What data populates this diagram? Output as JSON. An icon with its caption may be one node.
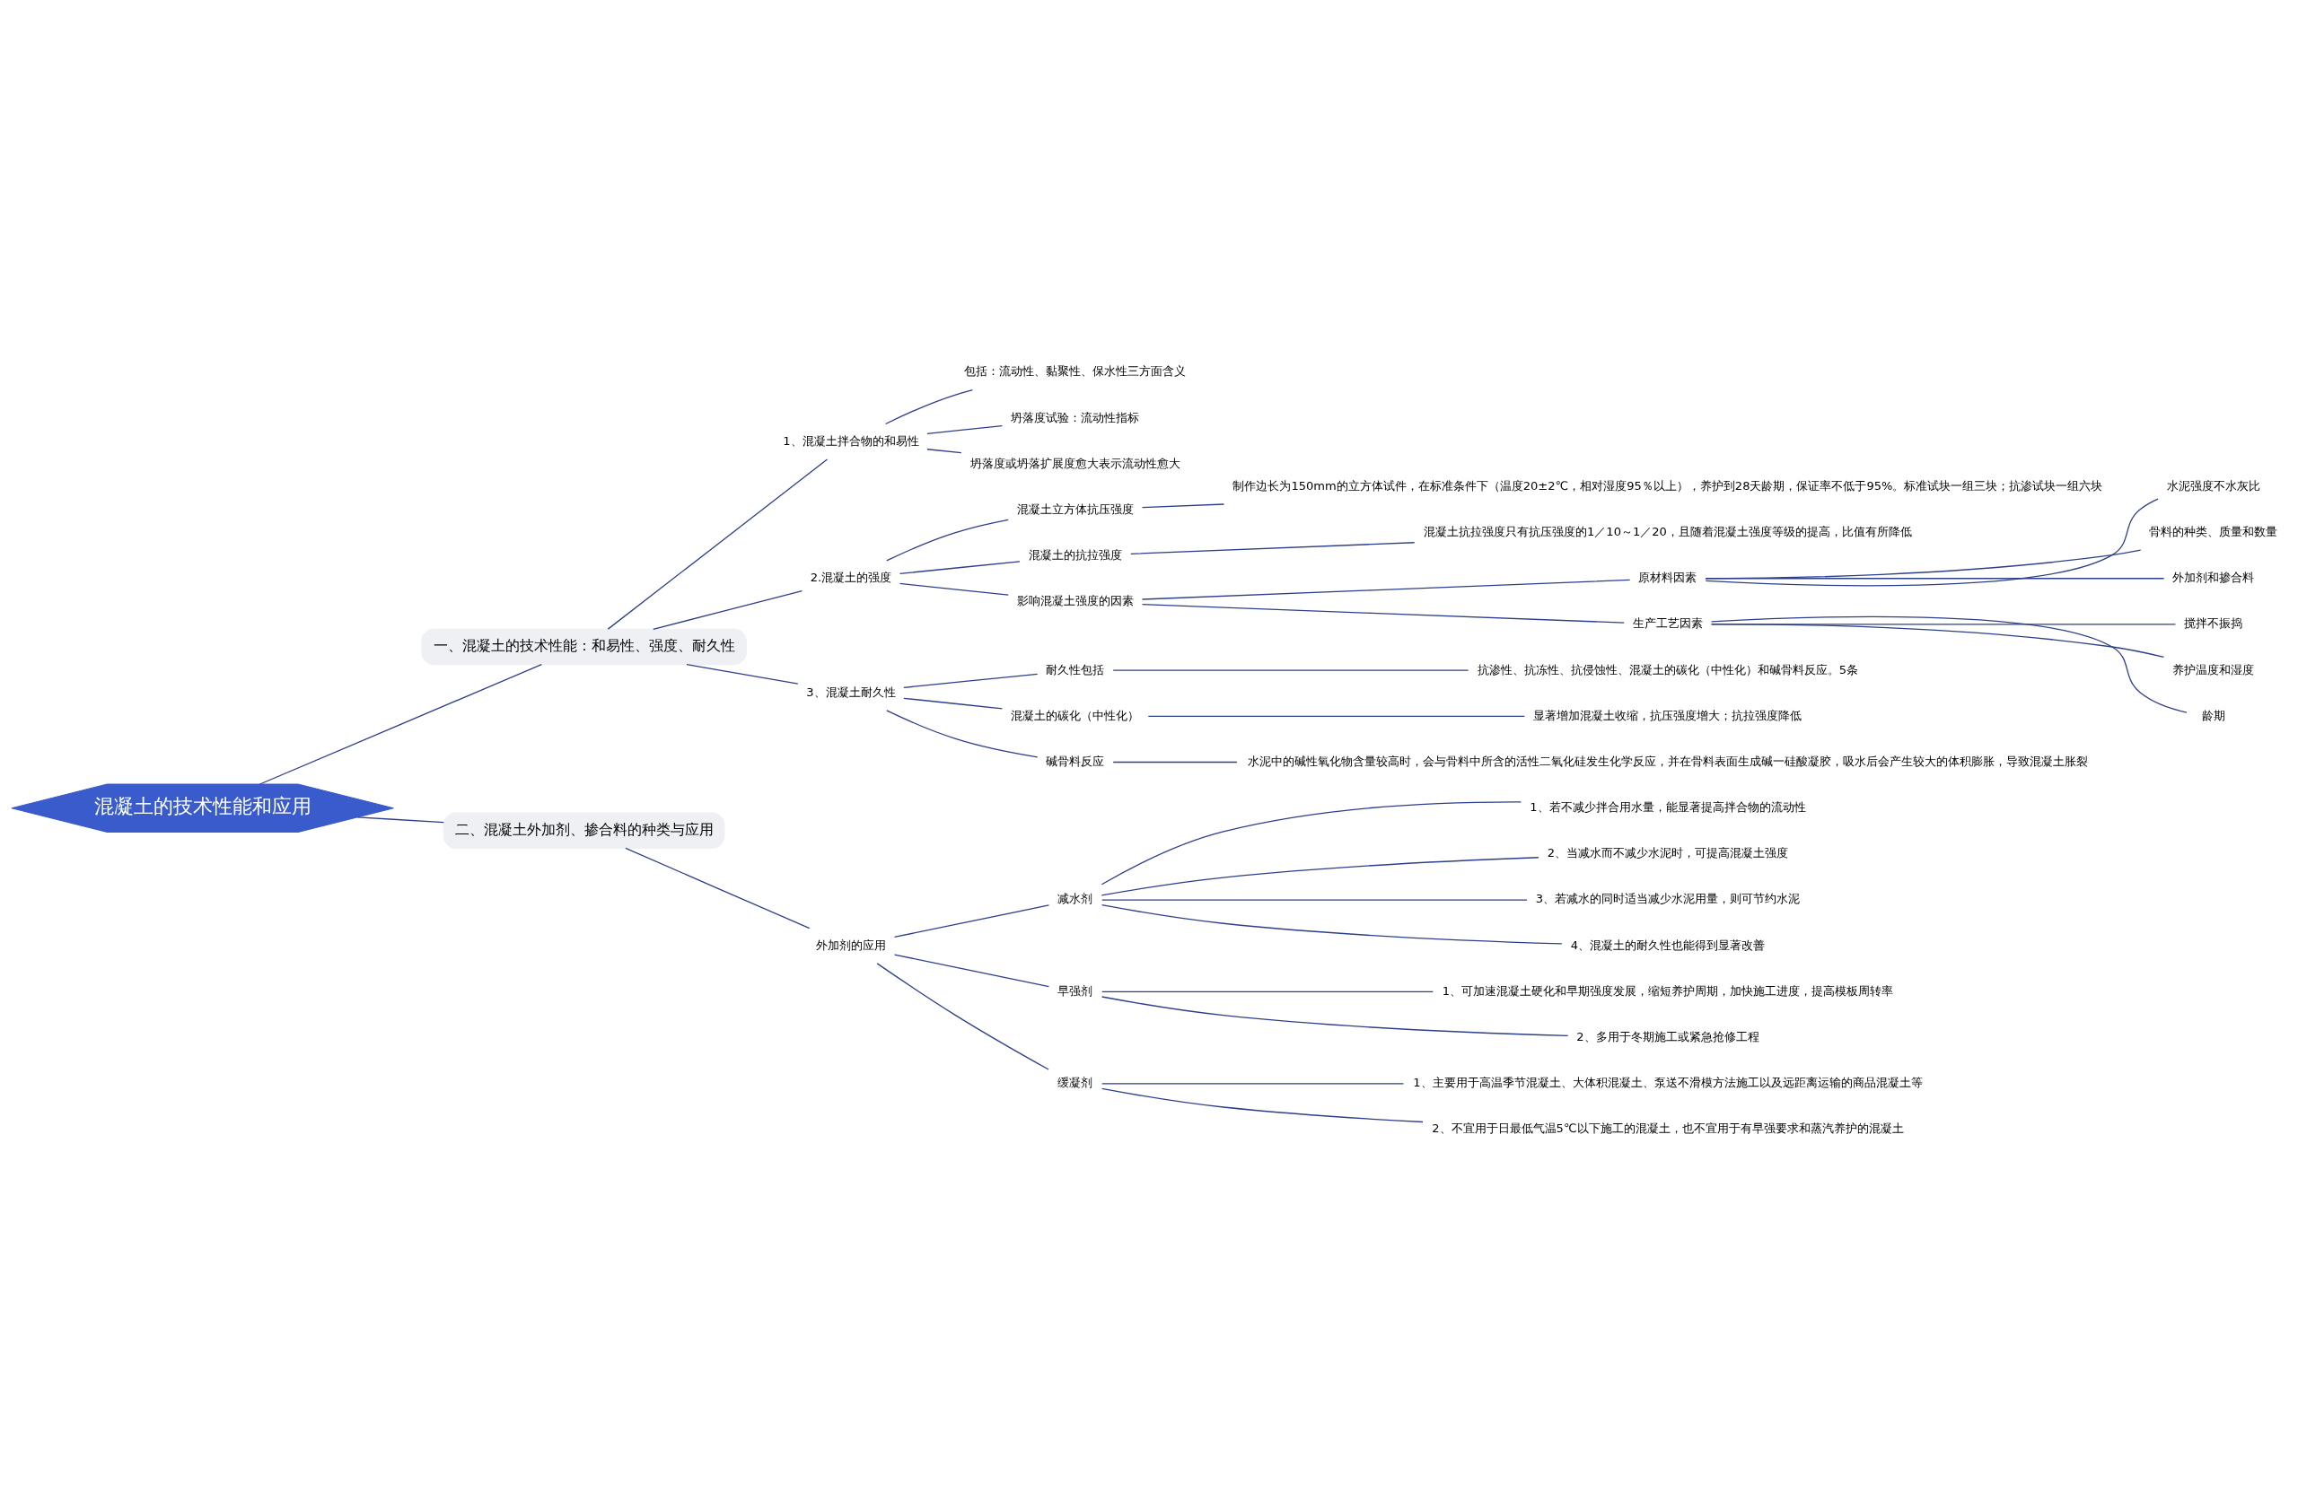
{
  "diagram": {
    "nodes": [
      {
        "text": [
          "混凝土的技术性能和应用"
        ]
      },
      {
        "text": [
          "一、混凝土的技术性能：和易性、强度、耐久性"
        ]
      },
      {
        "text": [
          "1、混凝土拌合物的和易性"
        ]
      },
      {
        "text": [
          "包括：流动性、黏聚性、保水性三方面含义"
        ]
      },
      {
        "text": [
          "坍落度试验：流动性指标"
        ]
      },
      {
        "text": [
          "坍落度或坍落扩展度愈大表示流动性愈大"
        ]
      },
      {
        "text": [
          "2.混凝土的强度"
        ]
      },
      {
        "text": [
          "混凝土立方体抗压强度"
        ]
      },
      {
        "text": [
          "制作边长为150mm的立方体试件，在标准条件下（温度20±2℃，相对湿度95％以上），养护到28天龄期，保证率不低于95%。标准试块一组三块；抗渗试块一组六块"
        ]
      },
      {
        "text": [
          "混凝土的抗拉强度"
        ]
      },
      {
        "text": [
          "混凝土抗拉强度只有抗压强度的1／10～1／20，且随着混凝土强度等级的提高，比值有所降低"
        ]
      },
      {
        "text": [
          "影响混凝土强度的因素"
        ]
      },
      {
        "text": [
          "原材料因素"
        ]
      },
      {
        "text": [
          "水泥强度不水灰比"
        ]
      },
      {
        "text": [
          "骨料的种类、质量和数量"
        ]
      },
      {
        "text": [
          "外加剂和掺合料"
        ]
      },
      {
        "text": [
          "生产工艺因素"
        ]
      },
      {
        "text": [
          "搅拌不振捣"
        ]
      },
      {
        "text": [
          "养护温度和湿度"
        ]
      },
      {
        "text": [
          "龄期"
        ]
      },
      {
        "text": [
          "3、混凝土耐久性"
        ]
      },
      {
        "text": [
          "耐久性包括"
        ]
      },
      {
        "text": [
          "抗渗性、抗冻性、抗侵蚀性、混凝土的碳化（中性化）和碱骨料反应。5条"
        ]
      },
      {
        "text": [
          "混凝土的碳化（中性化）"
        ]
      },
      {
        "text": [
          "显著增加混凝土收缩，抗压强度增大；抗拉强度降低"
        ]
      },
      {
        "text": [
          "碱骨料反应"
        ]
      },
      {
        "text": [
          "水泥中的碱性氧化物含量较高时，会与骨料中所含的活性二氧化硅发生化学反应，并在骨料表面生成碱一硅酸凝胶，吸水后会产生较大的体积膨胀，导致混凝土胀裂"
        ]
      },
      {
        "text": [
          "二、混凝土外加剂、掺合料的种类与应用"
        ]
      },
      {
        "text": [
          "外加剂的应用"
        ]
      },
      {
        "text": [
          "减水剂"
        ]
      },
      {
        "text": [
          "1、若不减少拌合用水量，能显著提高拌合物的流动性"
        ]
      },
      {
        "text": [
          "2、当减水而不减少水泥时，可提高混凝土强度"
        ]
      },
      {
        "text": [
          "3、若减水的同时适当减少水泥用量，则可节约水泥"
        ]
      },
      {
        "text": [
          "4、混凝土的耐久性也能得到显著改善"
        ]
      },
      {
        "text": [
          "早强剂"
        ]
      },
      {
        "text": [
          "1、可加速混凝土硬化和早期强度发展，缩短养护周期，加快施工进度，提高模板周转率"
        ]
      },
      {
        "text": [
          "2、多用于冬期施工或紧急抢修工程"
        ]
      },
      {
        "text": [
          "缓凝剂"
        ]
      },
      {
        "text": [
          "1、主要用于高温季节混凝土、大体积混凝土、泵送不滑模方法施工以及远距离运输的商品混凝土等"
        ]
      },
      {
        "text": [
          "2、不宜用于日最低气温5℃以下施工的混凝土，也不宜用于有早强要求和蒸汽养护的混凝土"
        ]
      }
    ],
    "edges": [
      {
        "from": 0,
        "to": 1,
        "arrow": "none"
      },
      {
        "from": 1,
        "to": 2,
        "arrow": "none"
      },
      {
        "from": 2,
        "to": 3,
        "arrow": "none"
      },
      {
        "from": 2,
        "to": 4,
        "arrow": "none"
      },
      {
        "from": 2,
        "to": 5,
        "arrow": "none"
      },
      {
        "from": 1,
        "to": 6,
        "arrow": "none"
      },
      {
        "from": 6,
        "to": 7,
        "arrow": "none"
      },
      {
        "from": 7,
        "to": 8,
        "arrow": "none"
      },
      {
        "from": 6,
        "to": 9,
        "arrow": "none"
      },
      {
        "from": 9,
        "to": 10,
        "arrow": "none"
      },
      {
        "from": 6,
        "to": 11,
        "arrow": "none"
      },
      {
        "from": 11,
        "to": 12,
        "arrow": "none"
      },
      {
        "from": 12,
        "to": 13,
        "arrow": "none"
      },
      {
        "from": 12,
        "to": 14,
        "arrow": "none"
      },
      {
        "from": 12,
        "to": 15,
        "arrow": "none"
      },
      {
        "from": 11,
        "to": 16,
        "arrow": "none"
      },
      {
        "from": 16,
        "to": 17,
        "arrow": "none"
      },
      {
        "from": 16,
        "to": 18,
        "arrow": "none"
      },
      {
        "from": 16,
        "to": 19,
        "arrow": "none"
      },
      {
        "from": 1,
        "to": 20,
        "arrow": "none"
      },
      {
        "from": 20,
        "to": 21,
        "arrow": "none"
      },
      {
        "from": 21,
        "to": 22,
        "arrow": "none"
      },
      {
        "from": 20,
        "to": 23,
        "arrow": "none"
      },
      {
        "from": 23,
        "to": 24,
        "arrow": "none"
      },
      {
        "from": 20,
        "to": 25,
        "arrow": "none"
      },
      {
        "from": 25,
        "to": 26,
        "arrow": "none"
      },
      {
        "from": 0,
        "to": 27,
        "arrow": "none"
      },
      {
        "from": 27,
        "to": 28,
        "arrow": "none"
      },
      {
        "from": 28,
        "to": 29,
        "arrow": "none"
      },
      {
        "from": 29,
        "to": 30,
        "arrow": "none"
      },
      {
        "from": 29,
        "to": 31,
        "arrow": "none"
      },
      {
        "from": 29,
        "to": 32,
        "arrow": "none"
      },
      {
        "from": 29,
        "to": 33,
        "arrow": "none"
      },
      {
        "from": 28,
        "to": 34,
        "arrow": "none"
      },
      {
        "from": 34,
        "to": 35,
        "arrow": "none"
      },
      {
        "from": 34,
        "to": 36,
        "arrow": "none"
      },
      {
        "from": 28,
        "to": 37,
        "arrow": "none"
      },
      {
        "from": 37,
        "to": 38,
        "arrow": "none"
      },
      {
        "from": 37,
        "to": 39,
        "arrow": "none"
      }
    ]
  }
}
